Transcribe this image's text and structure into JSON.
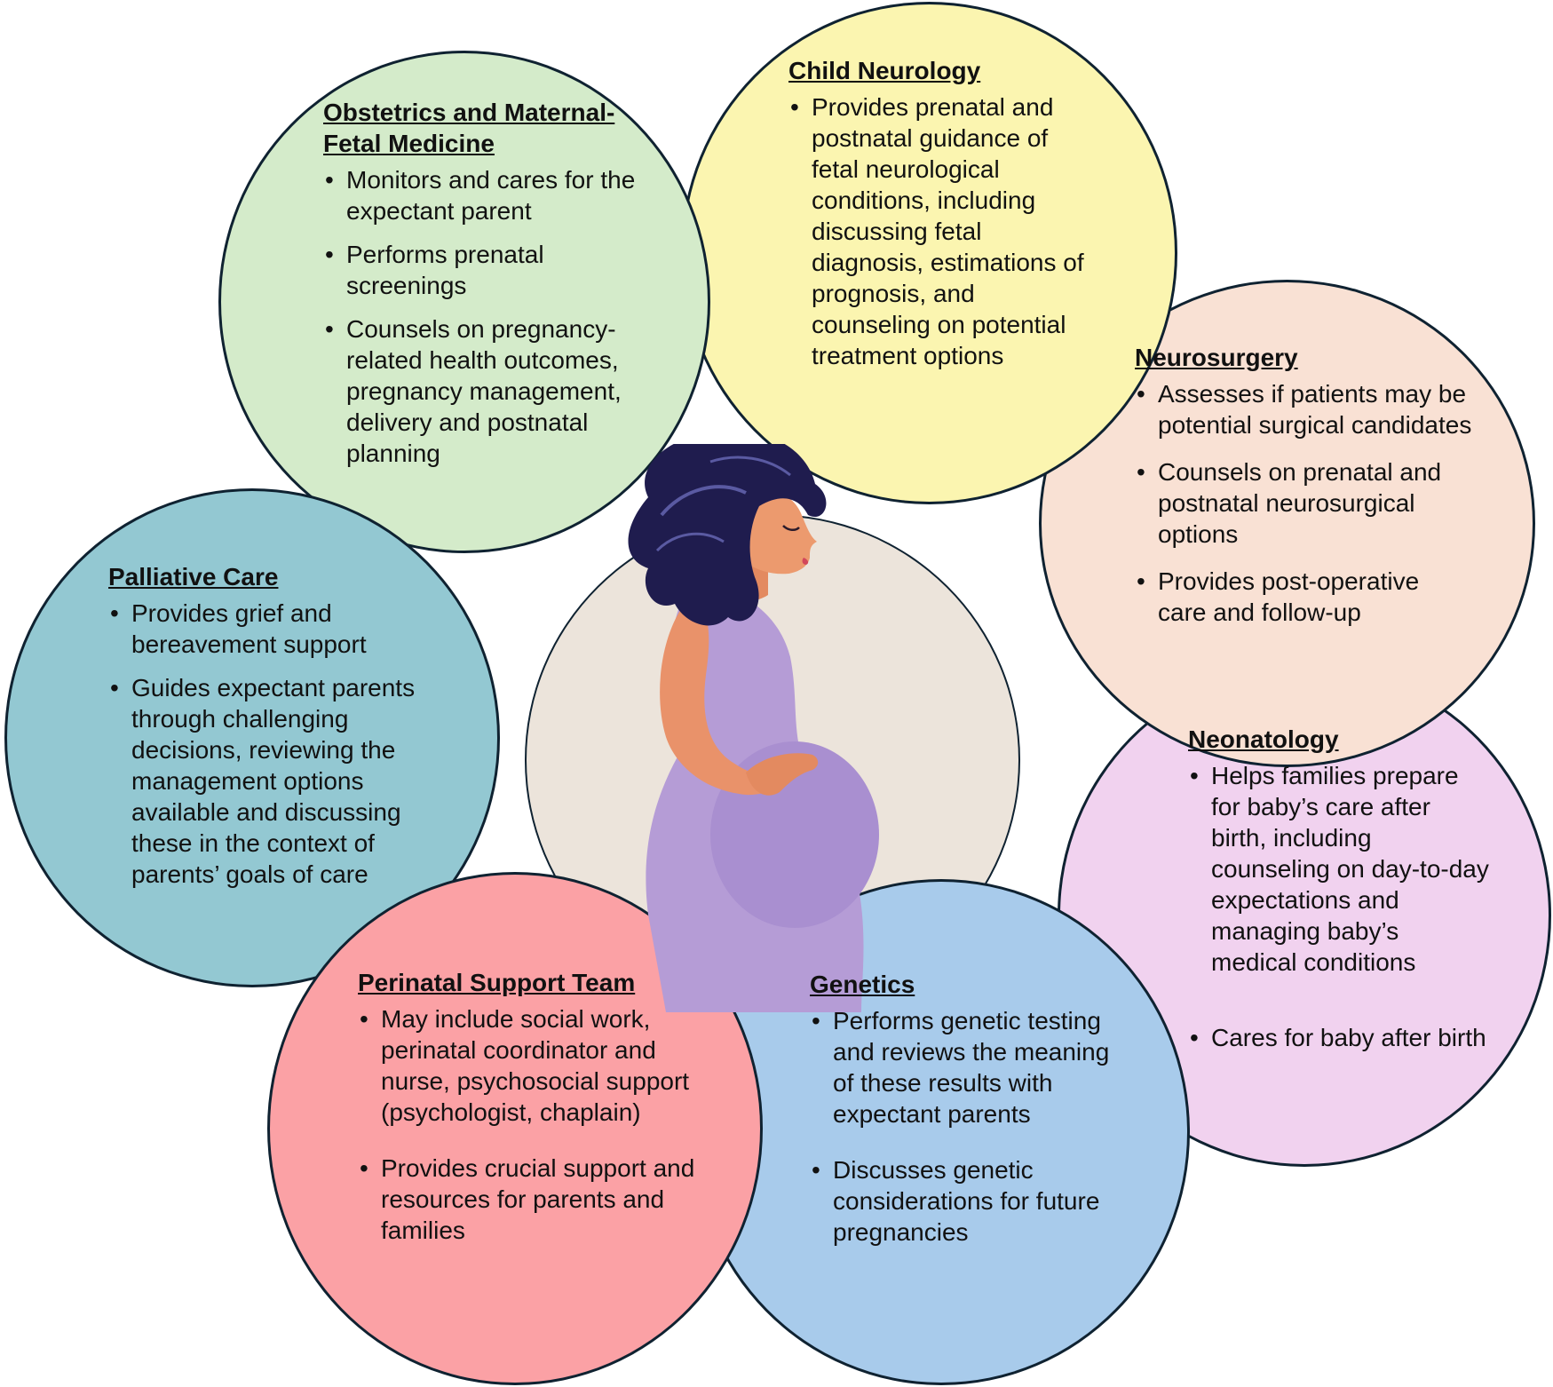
{
  "diagram": {
    "center_illustration": "pregnant-woman-illustration",
    "sections": {
      "obstetrics": {
        "title": "Obstetrics and Maternal-Fetal Medicine",
        "color": "#d4ebca",
        "items": [
          "Monitors and cares for the expectant parent",
          "Performs prenatal screenings",
          "Counsels on pregnancy-related health outcomes, pregnancy management, delivery and postnatal planning"
        ]
      },
      "child_neurology": {
        "title": "Child Neurology",
        "color": "#fbf5b0",
        "items": [
          "Provides prenatal and postnatal guidance of fetal neurological conditions, including discussing fetal diagnosis, estimations of prognosis, and counseling on potential treatment options"
        ]
      },
      "neurosurgery": {
        "title": "Neurosurgery",
        "color": "#f9e1d4",
        "items": [
          "Assesses if patients may be potential surgical candidates",
          "Counsels on prenatal and postnatal neurosurgical options",
          "Provides post-operative care and follow-up"
        ]
      },
      "neonatology": {
        "title": "Neonatology",
        "color": "#f1d2ef",
        "items": [
          "Helps families prepare for baby’s care after birth, including counseling on day-to-day expectations and managing baby’s medical conditions",
          "Cares for baby after birth"
        ]
      },
      "palliative": {
        "title": "Palliative Care",
        "color": "#93c8d2",
        "items": [
          "Provides grief and bereavement support",
          "Guides expectant parents through challenging decisions, reviewing the management options available and discussing these in the context of parents’ goals of care"
        ]
      },
      "perinatal": {
        "title": "Perinatal Support Team",
        "color": "#fba1a5",
        "items": [
          "May include social work, perinatal coordinator and nurse, psychosocial support (psychologist, chaplain)",
          "Provides crucial support and resources for parents and families"
        ]
      },
      "genetics": {
        "title": "Genetics",
        "color": "#a8cbeb",
        "items": [
          "Performs genetic testing and reviews the meaning of these results with expectant parents",
          "Discusses genetic considerations for future pregnancies"
        ]
      }
    }
  }
}
